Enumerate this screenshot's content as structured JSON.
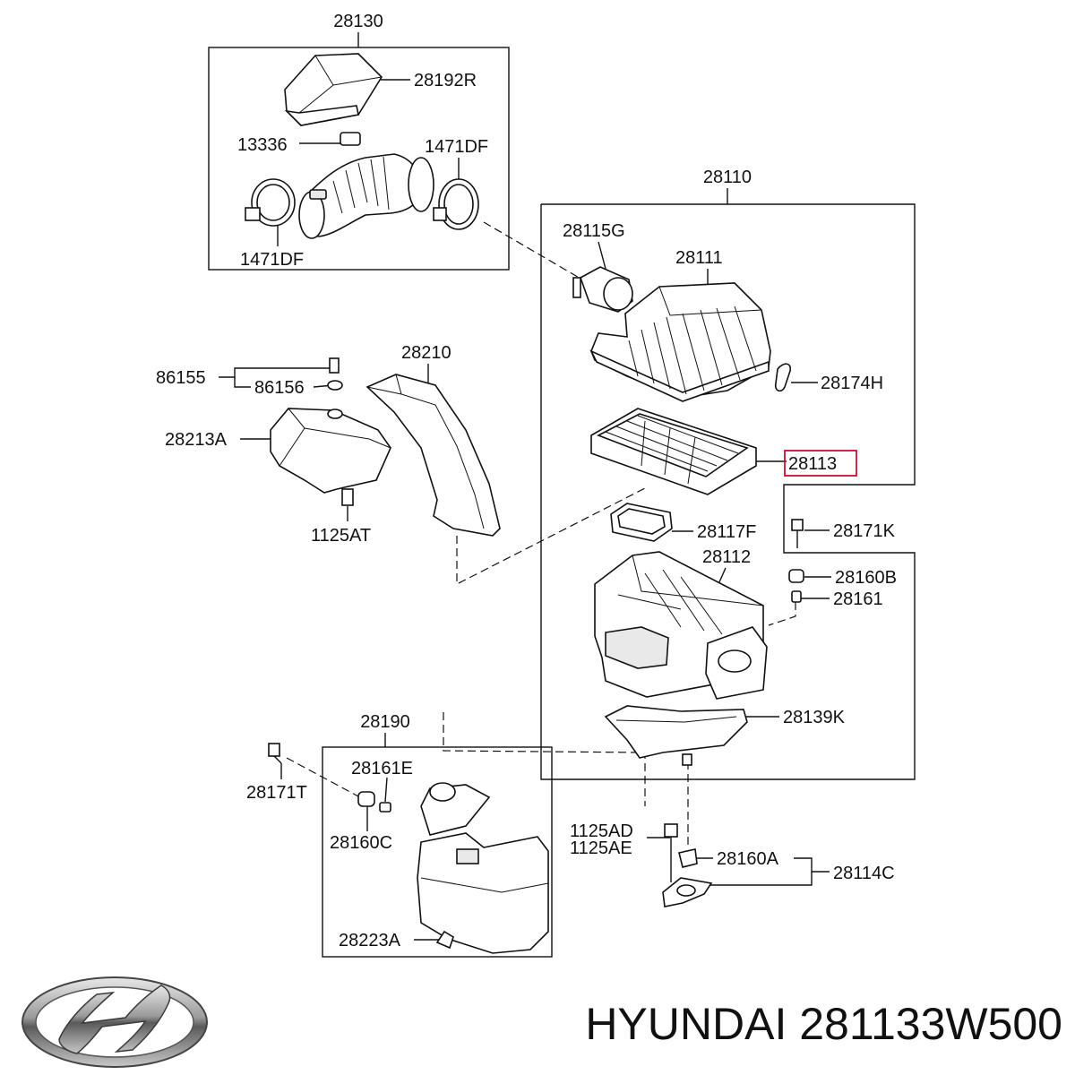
{
  "parts": {
    "p28130": "28130",
    "p28192R": "28192R",
    "p13336": "13336",
    "p1471DF_a": "1471DF",
    "p1471DF_b": "1471DF",
    "p28110": "28110",
    "p28115G": "28115G",
    "p28111": "28111",
    "p28174H": "28174H",
    "p28113": "28113",
    "p28171K": "28171K",
    "p28117F": "28117F",
    "p28112": "28112",
    "p28160B": "28160B",
    "p28161": "28161",
    "p28139K": "28139K",
    "p86155": "86155",
    "p86156": "86156",
    "p28210": "28210",
    "p28213A": "28213A",
    "p1125AT": "1125AT",
    "p28190": "28190",
    "p28161E": "28161E",
    "p28171T": "28171T",
    "p28160C": "28160C",
    "p28223A": "28223A",
    "p1125AD": "1125AD",
    "p1125AE": "1125AE",
    "p28160A": "28160A",
    "p28114C": "28114C"
  },
  "highlight_color": "#c8102e",
  "logo": {
    "icon": "hyundai-logo-icon",
    "brand": "HYUNDAI"
  },
  "caption": "HYUNDAI 281133W500"
}
